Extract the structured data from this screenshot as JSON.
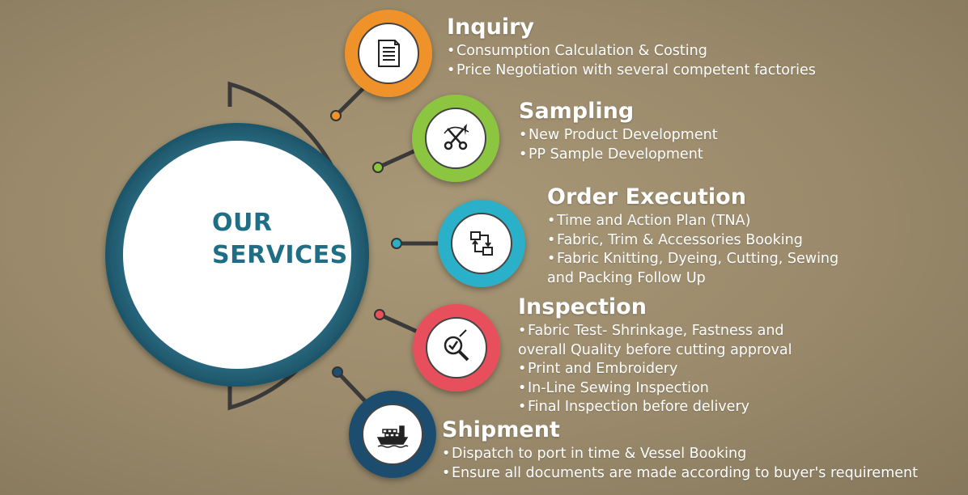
{
  "center": {
    "line1": "OUR",
    "line2": "SERVICES"
  },
  "services": [
    {
      "title": "Inquiry",
      "color": "#f0922a",
      "icon": "document-icon",
      "bullets": [
        [
          "Consumption Calculation & Costing"
        ],
        [
          "Price Negotiation with several competent factories"
        ]
      ]
    },
    {
      "title": "Sampling",
      "color": "#8cc63f",
      "icon": "needle-scissors-icon",
      "bullets": [
        [
          "New Product Development"
        ],
        [
          "PP Sample Development"
        ]
      ]
    },
    {
      "title": "Order Execution",
      "color": "#2bb0c8",
      "icon": "process-flow-icon",
      "bullets": [
        [
          "Time and Action Plan (TNA)"
        ],
        [
          "Fabric, Trim & Accessories Booking"
        ],
        [
          "Fabric Knitting, Dyeing, Cutting, Sewing",
          "and Packing Follow Up"
        ]
      ]
    },
    {
      "title": "Inspection",
      "color": "#e8505b",
      "icon": "magnifier-check-icon",
      "bullets": [
        [
          "Fabric Test- Shrinkage, Fastness and",
          "overall Quality before cutting approval"
        ],
        [
          "Print and Embroidery"
        ],
        [
          "In-Line Sewing Inspection"
        ],
        [
          "Final Inspection before delivery"
        ]
      ]
    },
    {
      "title": "Shipment",
      "color": "#1f4e6e",
      "icon": "ship-icon",
      "bullets": [
        [
          "Dispatch to port in time & Vessel Booking"
        ],
        [
          "Ensure all documents are made according to buyer's requirement"
        ]
      ]
    }
  ]
}
